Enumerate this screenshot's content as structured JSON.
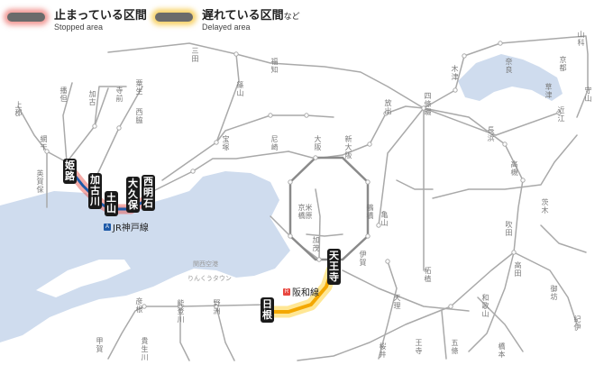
{
  "legend": {
    "stopped": {
      "jp": "止まっている区間",
      "en": "Stopped area",
      "color": "#e8473f"
    },
    "delayed": {
      "jp": "遅れている区間",
      "suffix": "など",
      "en": "Delayed area",
      "color": "#f4b400"
    }
  },
  "line_labels": {
    "kobe_line": {
      "badge": "A",
      "name": "JR神戸線",
      "badge_color": "#1e5aa8"
    },
    "hanwa_line": {
      "badge": "R",
      "name": "阪和線",
      "badge_color": "#e8473f"
    }
  },
  "place_labels": {
    "kansai_airport": "関西空港",
    "rinku_town": "りんくうタウン"
  },
  "major_stations": {
    "himeji": "姫路",
    "kakogawa": "加古川",
    "tsuchiyama": "土山",
    "okubo": "大久保",
    "nishi_akashi": "西明石",
    "tennoji": "天王寺",
    "hineno": "日根"
  },
  "minor_stations": [
    "上郡",
    "網干",
    "英賀保",
    "播但",
    "加古",
    "寺前",
    "粟生",
    "西脇",
    "三田",
    "篠山",
    "福知",
    "宝塚",
    "尼崎",
    "大阪",
    "新大阪",
    "京橋",
    "鶴橋",
    "放出",
    "四條畷",
    "木津",
    "奈良",
    "京都",
    "山科",
    "草津",
    "守山",
    "近江",
    "長浜",
    "高槻",
    "茨木",
    "吹田",
    "高田",
    "和歌山",
    "御坊",
    "紀伊",
    "橋本",
    "五條",
    "王寺",
    "桜井",
    "天理",
    "柘植",
    "亀山",
    "伊賀",
    "加茂",
    "米原",
    "彦根",
    "能登川",
    "野洲",
    "貴生川",
    "甲賀"
  ],
  "colors": {
    "water": "#cfdcee",
    "track": "#a9a9a9",
    "loop": "#8a8a8a",
    "stopped_track": "#1e5aa8",
    "stopped_glow": "#e8473f",
    "delayed_track": "#f4a800",
    "delayed_glow": "#ffe48a"
  }
}
